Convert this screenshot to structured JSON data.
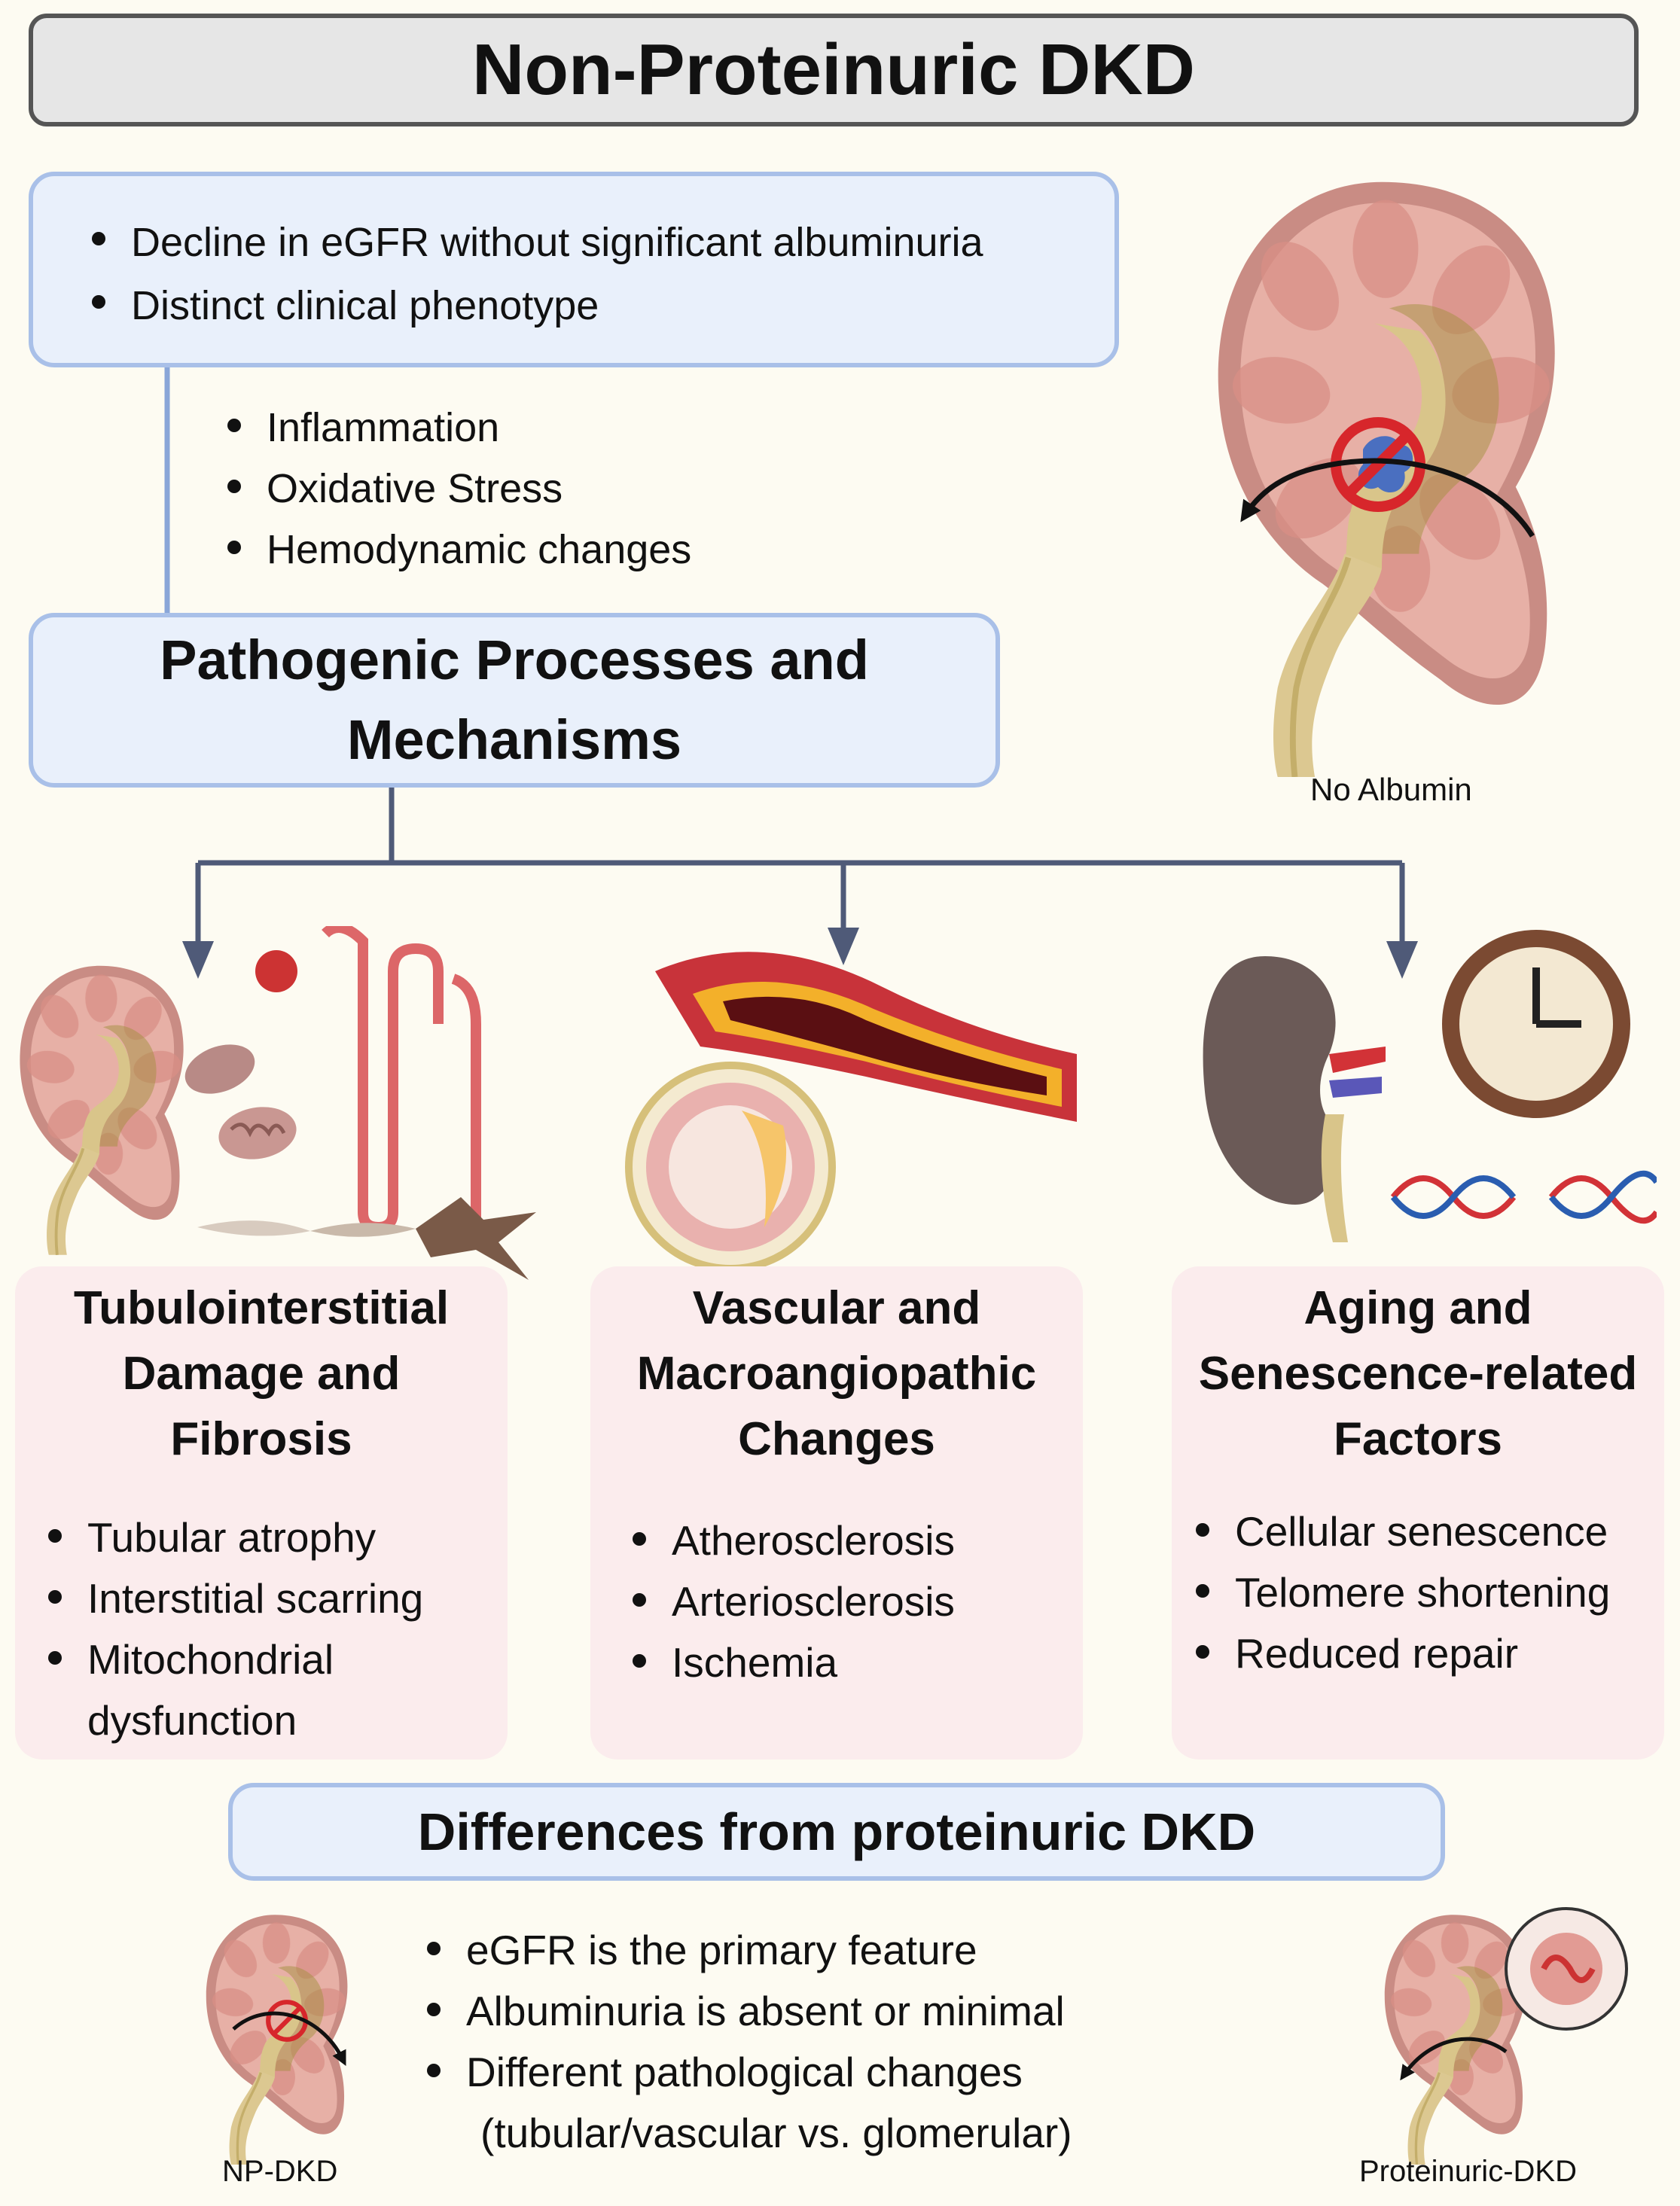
{
  "title": "Non-Proteinuric DKD",
  "intro": {
    "bullets": [
      "Decline in eGFR without significant albuminuria",
      "Distinct clinical phenotype"
    ]
  },
  "mechanisms": {
    "bullets": [
      "Inflammation",
      "Oxidative Stress",
      "Hemodynamic changes"
    ],
    "box_line1": "Pathogenic Processes and",
    "box_line2": "Mechanisms"
  },
  "kidney_caption": "No Albumin",
  "cards": [
    {
      "title_lines": [
        "Tubulointerstitial",
        "Damage and",
        "Fibrosis"
      ],
      "bullets": [
        "Tubular atrophy",
        "Interstitial scarring",
        "Mitochondrial dysfunction"
      ]
    },
    {
      "title_lines": [
        "Vascular and",
        "Macroangiopathic",
        "Changes"
      ],
      "bullets": [
        "Atherosclerosis",
        "Arteriosclerosis",
        "Ischemia"
      ]
    },
    {
      "title_lines": [
        "Aging and",
        "Senescence-related",
        "Factors"
      ],
      "bullets": [
        "Cellular senescence",
        "Telomere shortening",
        "Reduced repair"
      ]
    }
  ],
  "differences": {
    "title": "Differences from proteinuric DKD",
    "bullets": [
      "eGFR is the primary feature",
      "Albuminuria is absent or minimal",
      "Different pathological changes"
    ],
    "sub_line": "(tubular/vascular vs. glomerular)",
    "left_caption": "NP-DKD",
    "right_caption": "Proteinuric-DKD"
  },
  "colors": {
    "background": "#fdfbf2",
    "blue_box_fill": "#e9f0fb",
    "blue_box_border": "#a9c0e8",
    "pink_card_fill": "#fbeced",
    "connector": "#8aa6d8",
    "arrow": "#4f5a78",
    "no_sign_red": "#d7262b"
  }
}
